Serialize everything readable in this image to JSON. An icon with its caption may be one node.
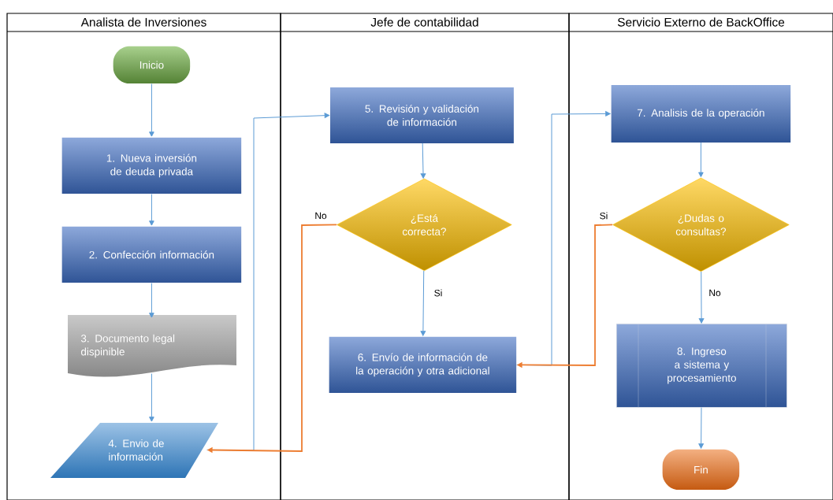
{
  "diagram": {
    "nodes": [
      {
        "text": [
          "Analista de Inversiones"
        ]
      },
      {
        "text": [
          "Jefe de contabilidad"
        ]
      },
      {
        "text": [
          "Servicio Externo de BackOffice"
        ]
      },
      {
        "text": [
          "Inicio"
        ],
        "in": 0
      },
      {
        "text": [
          "1. Nueva inversión de deuda privada"
        ],
        "in": 0
      },
      {
        "text": [
          "2. Confección información"
        ],
        "in": 0
      },
      {
        "text": [
          "3. Documento legal dispinible"
        ],
        "in": 0
      },
      {
        "text": [
          "4. Envio de información"
        ],
        "in": 0
      },
      {
        "text": [
          "5. Revisión y validación de información"
        ],
        "in": 1
      },
      {
        "text": [
          "¿Está correcta?"
        ],
        "in": 1
      },
      {
        "text": [
          "6. Envío de información de la operación y otra adicional"
        ],
        "in": 1
      },
      {
        "text": [
          "7. Analisis de la operación"
        ],
        "in": 2
      },
      {
        "text": [
          "¿Dudas o consultas?"
        ],
        "in": 2
      },
      {
        "text": [
          "8. Ingreso a sistema y procesamiento"
        ],
        "in": 2
      },
      {
        "text": [
          "Fin"
        ],
        "in": 2
      }
    ],
    "edges": [
      {
        "from": 3,
        "to": 4,
        "arrow": "to"
      },
      {
        "from": 4,
        "to": 5,
        "arrow": "to"
      },
      {
        "from": 5,
        "to": 6,
        "arrow": "to"
      },
      {
        "from": 6,
        "to": 7,
        "arrow": "to"
      },
      {
        "from": 7,
        "to": 8,
        "arrow": "to"
      },
      {
        "from": 8,
        "to": 9,
        "arrow": "to"
      },
      {
        "from": 9,
        "to": 10,
        "arrow": "to",
        "label": "Si"
      },
      {
        "from": 9,
        "to": 7,
        "arrow": "to",
        "label": "No",
        "color": "#ed7d31"
      },
      {
        "from": 10,
        "to": 11,
        "arrow": "to"
      },
      {
        "from": 11,
        "to": 12,
        "arrow": "to"
      },
      {
        "from": 12,
        "to": 13,
        "arrow": "to",
        "label": "No"
      },
      {
        "from": 12,
        "to": 10,
        "arrow": "to",
        "label": "Si",
        "color": "#ed7d31"
      },
      {
        "from": 13,
        "to": 14,
        "arrow": "to"
      }
    ]
  }
}
